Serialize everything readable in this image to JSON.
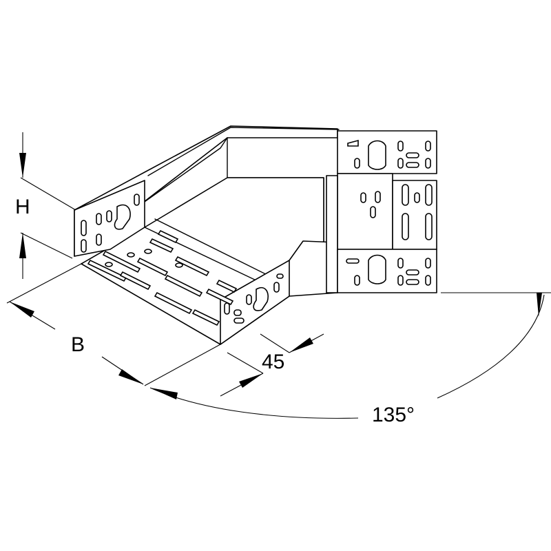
{
  "dimensions": {
    "height_label": "H",
    "width_label": "B",
    "offset_label": "45",
    "angle_label": "135°"
  },
  "colors": {
    "line": "#000000",
    "background": "#ffffff"
  }
}
